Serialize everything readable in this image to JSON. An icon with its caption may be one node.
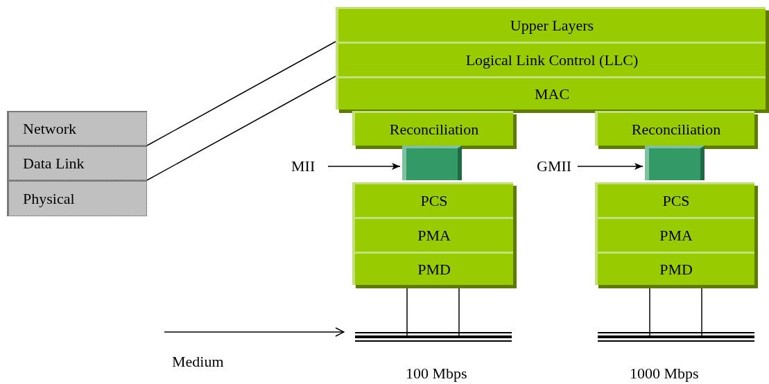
{
  "diagram": {
    "nodes": [
      {
        "text": [
          "Network"
        ]
      },
      {
        "text": [
          "Data Link"
        ]
      },
      {
        "text": [
          "Physical"
        ]
      },
      {
        "text": [
          "Upper Layers"
        ]
      },
      {
        "text": [
          "Logical Link Control (LLC)"
        ]
      },
      {
        "text": [
          "MAC"
        ]
      },
      {
        "text": [
          "Reconciliation"
        ]
      },
      {
        "text": [
          "Reconciliation"
        ]
      },
      {
        "text": [
          "MII"
        ]
      },
      {
        "text": [],
        "shape": "box"
      },
      {
        "text": [
          "GMII"
        ]
      },
      {
        "text": [],
        "shape": "box"
      },
      {
        "text": [
          "PCS"
        ]
      },
      {
        "text": [
          "PMA"
        ]
      },
      {
        "text": [
          "PMD"
        ]
      },
      {
        "text": [
          "PCS"
        ]
      },
      {
        "text": [
          "PMA"
        ]
      },
      {
        "text": [
          "PMD"
        ]
      },
      {
        "text": [],
        "shape": "bar",
        "beside": [
          "100 Mbps"
        ]
      },
      {
        "text": [],
        "shape": "bar",
        "beside": [
          "1000 Mbps"
        ]
      }
    ],
    "edges": [
      {
        "from": 1,
        "to": 4,
        "arrow": "none"
      },
      {
        "from": 1,
        "to": 5,
        "arrow": "none"
      },
      {
        "from": 8,
        "to": 9,
        "arrow": "to"
      },
      {
        "from": 10,
        "to": 11,
        "arrow": "to"
      },
      {
        "from": 14,
        "to": 18,
        "arrow": "none"
      },
      {
        "from": 14,
        "to": 18,
        "arrow": "none"
      },
      {
        "from": 17,
        "to": 19,
        "arrow": "none"
      },
      {
        "from": 17,
        "to": 19,
        "arrow": "none"
      },
      {
        "from": null,
        "to": 18,
        "arrow": "to"
      }
    ],
    "labels": [
      "Medium"
    ]
  }
}
